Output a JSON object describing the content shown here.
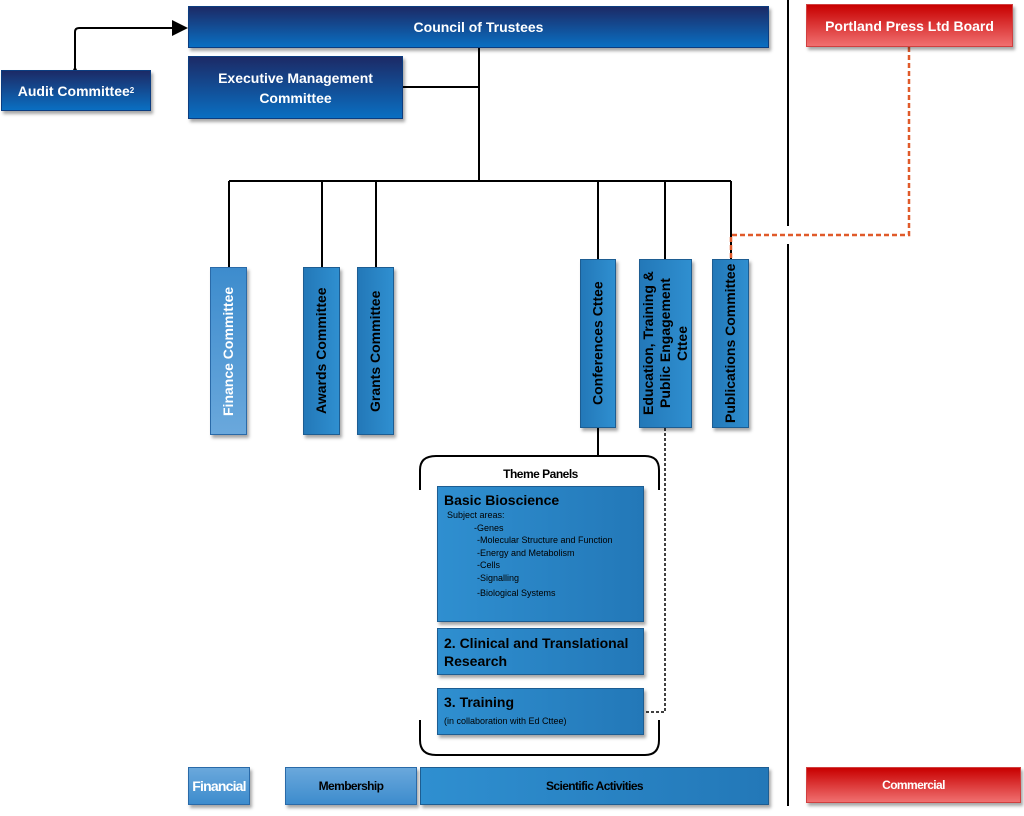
{
  "top": {
    "council": "Council of Trustees",
    "executive": "Executive Management Committee",
    "audit": "Audit Committee",
    "audit_note": "2",
    "portland": "Portland Press Ltd Board"
  },
  "committees": {
    "finance": "Finance Committee",
    "awards": "Awards Committee",
    "grants": "Grants Committee",
    "conferences": "Conferences Cttee",
    "education": "Education, Training & Public Engagement Cttee",
    "publications": "Publications Committee"
  },
  "theme": {
    "label": "Theme Panels",
    "basic": {
      "title": "Basic Bioscience",
      "subtitle": "Subject areas:",
      "items": [
        "-Genes",
        "-Molecular Structure and Function",
        "-Energy and Metabolism",
        "-Cells",
        "-Signalling",
        "-Biological Systems"
      ]
    },
    "clinical": {
      "title": "2. Clinical and Translational Research"
    },
    "training": {
      "title": "3. Training",
      "note": "(in collaboration with Ed Cttee)"
    }
  },
  "bottom": {
    "financial": "Financial",
    "membership": "Membership",
    "scientific": "Scientific Activities",
    "commercial": "Commercial"
  }
}
